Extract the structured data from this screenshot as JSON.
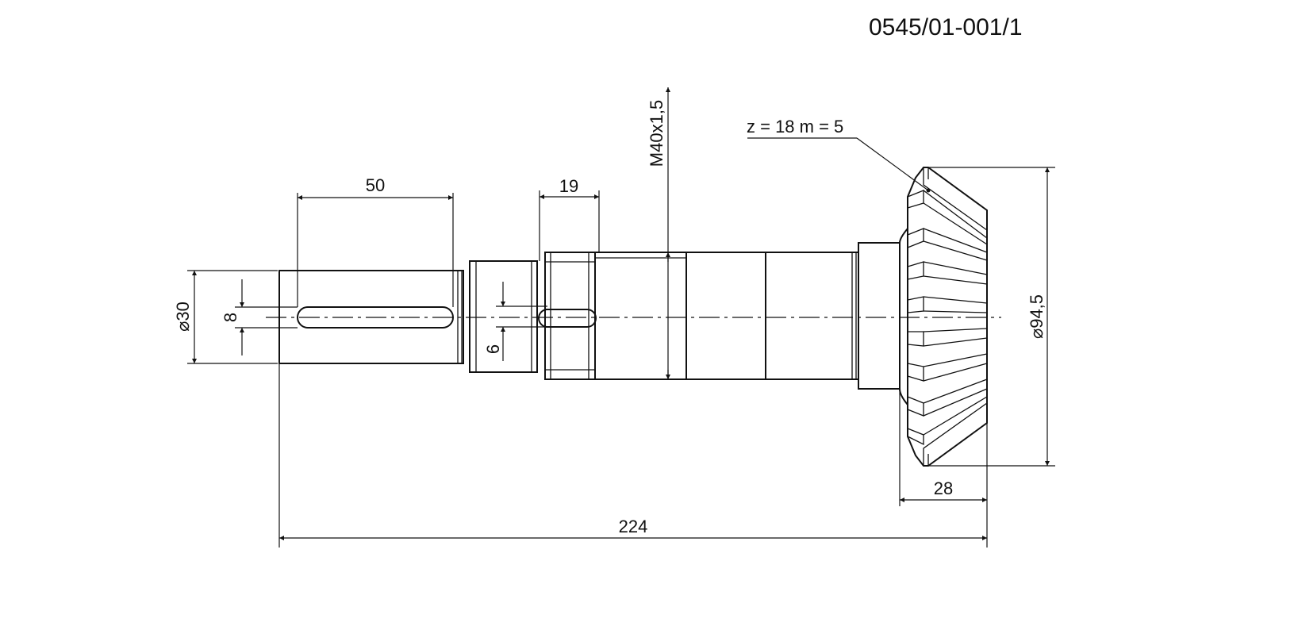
{
  "drawing_number": "0545/01-001/1",
  "dimensions": {
    "keyway_length": "50",
    "groove_width": "19",
    "thread": "M40x1,5",
    "gear_spec": "z = 18 m = 5",
    "shaft_diameter": "⌀30",
    "keyway_width": "8",
    "groove_depth": "6",
    "gear_diameter": "⌀94,5",
    "gear_width": "28",
    "overall_length": "224"
  }
}
